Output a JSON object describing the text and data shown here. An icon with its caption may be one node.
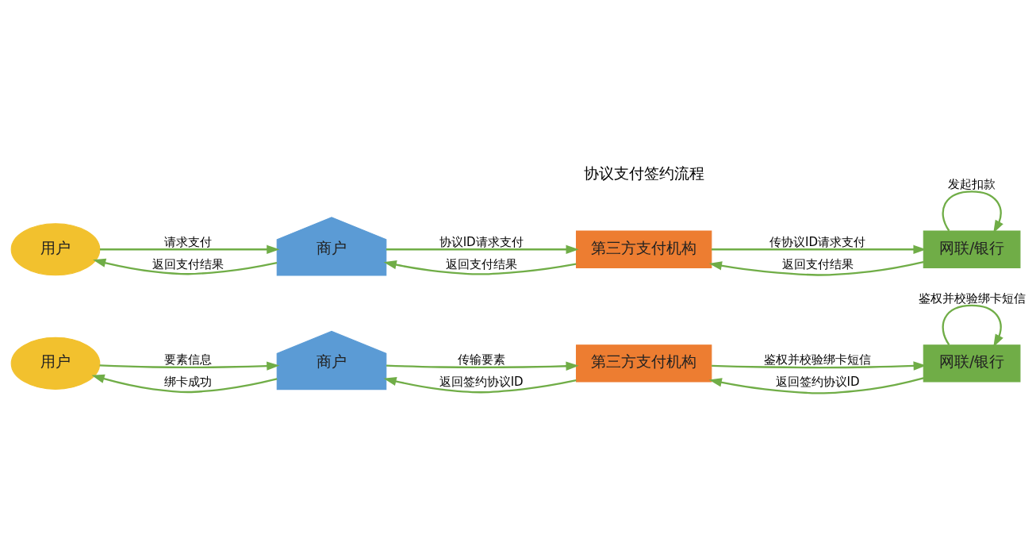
{
  "diagram": {
    "nodes": [
      {
        "text": [
          "用户"
        ]
      },
      {
        "text": [
          "商户"
        ]
      },
      {
        "text": [
          "第三方支付机构"
        ]
      },
      {
        "text": [
          "网联/银行"
        ]
      },
      {
        "text": [
          "用户"
        ]
      },
      {
        "text": [
          "商户"
        ]
      },
      {
        "text": [
          "第三方支付机构"
        ]
      },
      {
        "text": [
          "网联/银行"
        ]
      }
    ],
    "edges": [
      {
        "from": 0,
        "to": 1,
        "arrow": "to",
        "label": "要素信息"
      },
      {
        "from": 1,
        "to": 0,
        "arrow": "to",
        "label": "绑卡成功"
      },
      {
        "from": 1,
        "to": 2,
        "arrow": "to",
        "label": "传输要素"
      },
      {
        "from": 2,
        "to": 1,
        "arrow": "to",
        "label": "返回签约协议ID"
      },
      {
        "from": 2,
        "to": 3,
        "arrow": "to",
        "label": "鉴权并校验绑卡短信"
      },
      {
        "from": 3,
        "to": 2,
        "arrow": "to",
        "label": "返回签约协议ID"
      },
      {
        "from": 3,
        "to": 3,
        "arrow": "to",
        "label": "鉴权并校验绑卡短信"
      },
      {
        "from": 4,
        "to": 5,
        "arrow": "to",
        "label": "请求支付"
      },
      {
        "from": 5,
        "to": 4,
        "arrow": "to",
        "label": "返回支付结果"
      },
      {
        "from": 5,
        "to": 6,
        "arrow": "to",
        "label": "协议ID请求支付"
      },
      {
        "from": 6,
        "to": 5,
        "arrow": "to",
        "label": "返回支付结果"
      },
      {
        "from": 6,
        "to": 7,
        "arrow": "to",
        "label": "传协议ID请求支付"
      },
      {
        "from": 7,
        "to": 6,
        "arrow": "to",
        "label": "返回支付结果"
      },
      {
        "from": 7,
        "to": 7,
        "arrow": "to",
        "label": "发起扣款"
      }
    ],
    "labels": [
      "协议支付签约流程"
    ]
  }
}
